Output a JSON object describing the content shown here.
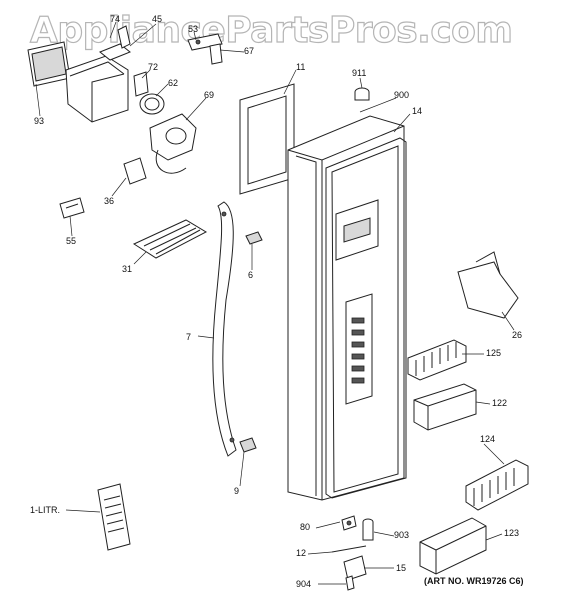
{
  "watermark": "AppliancePartsPros.com",
  "art_number": "(ART NO. WR19726 C6)",
  "callouts": {
    "c74": "74",
    "c45": "45",
    "c93": "93",
    "c72": "72",
    "c62": "62",
    "c53": "53",
    "c67": "67",
    "c69": "69",
    "c11": "11",
    "c911": "911",
    "c900": "900",
    "c14": "14",
    "c36": "36",
    "c55": "55",
    "c31": "31",
    "c6": "6",
    "c26": "26",
    "c7": "7",
    "c125": "125",
    "c122": "122",
    "c124": "124",
    "c9": "9",
    "c1litr": "1-LITR.",
    "c80": "80",
    "c903": "903",
    "c123": "123",
    "c12": "12",
    "c15": "15",
    "c904": "904"
  }
}
